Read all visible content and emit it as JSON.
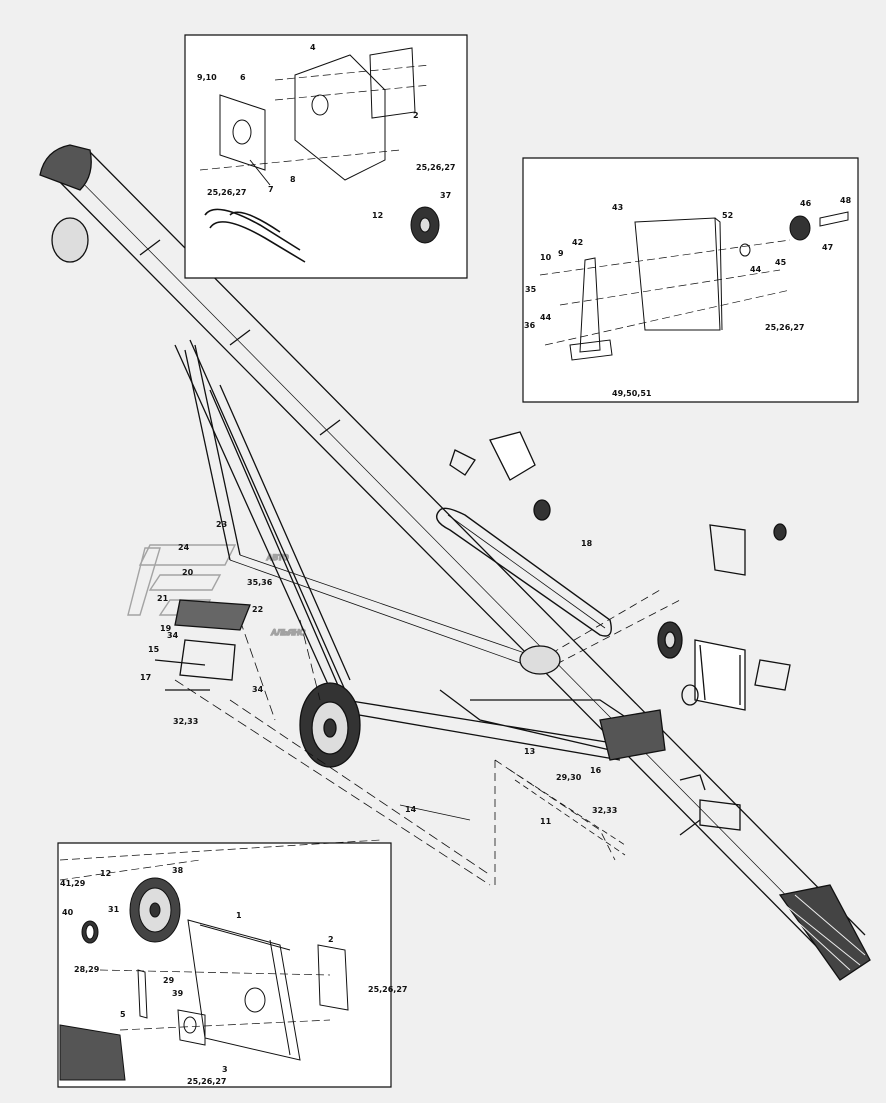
{
  "watermark": {
    "line1": "АВТО",
    "line2": "АЛЬЯНС"
  },
  "colors": {
    "background": "#f0f0f0",
    "ink": "#111111",
    "inset_fill": "#ffffff",
    "watermark": "#9a9a9a"
  },
  "insets": {
    "top": {
      "labels": [
        "9,10",
        "6",
        "4",
        "2",
        "25,26,27",
        "25,26,27",
        "7",
        "8",
        "12",
        "37"
      ]
    },
    "right": {
      "labels": [
        "43",
        "52",
        "46",
        "48",
        "42",
        "10",
        "9",
        "35",
        "44",
        "36",
        "44",
        "45",
        "47",
        "25,26,27",
        "49,50,51"
      ]
    },
    "bottom": {
      "labels": [
        "12",
        "38",
        "41,29",
        "31",
        "40",
        "1",
        "2",
        "28,29",
        "29",
        "5",
        "39",
        "3",
        "25,26,27",
        "25,26,27"
      ]
    }
  },
  "main": {
    "labels": [
      "23",
      "24",
      "20",
      "35,36",
      "21",
      "22",
      "19",
      "34",
      "15",
      "17",
      "34",
      "32,33",
      "18",
      "14",
      "13",
      "29,30",
      "16",
      "32,33",
      "11"
    ]
  }
}
